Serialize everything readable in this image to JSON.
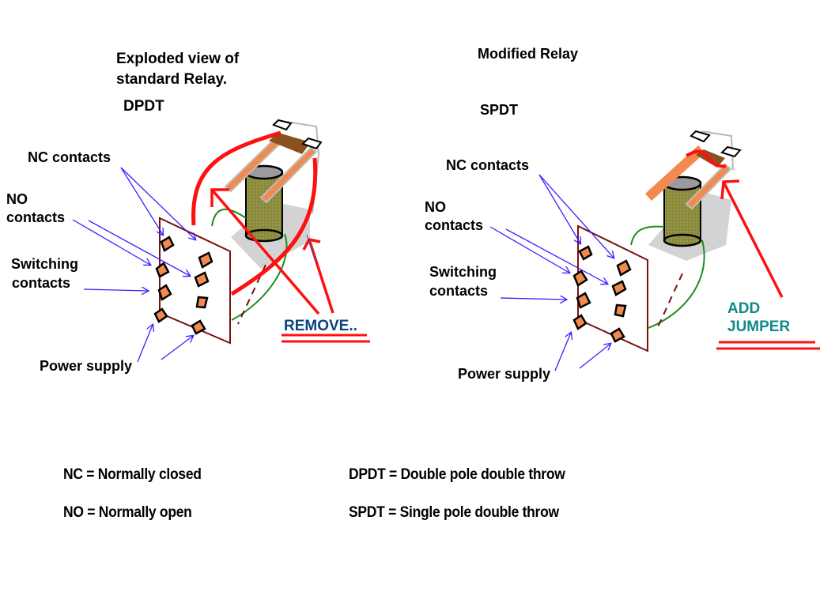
{
  "left_panel": {
    "title_line1": "Exploded view of",
    "title_line2": "standard Relay.",
    "type": "DPDT",
    "labels": {
      "nc_contacts": "NC contacts",
      "no_line1": "NO",
      "no_line2": "contacts",
      "switching_line1": "Switching",
      "switching_line2": "contacts",
      "power_supply": "Power supply"
    },
    "action": "REMOVE.."
  },
  "right_panel": {
    "title": "Modified Relay",
    "type": "SPDT",
    "labels": {
      "nc_contacts": "NC contacts",
      "no_line1": "NO",
      "no_line2": "contacts",
      "switching_line1": "Switching",
      "switching_line2": "contacts",
      "power_supply": "Power supply"
    },
    "action_line1": "ADD",
    "action_line2": "JUMPER"
  },
  "legend": {
    "nc": "NC = Normally closed",
    "no": "NO = Normally open",
    "dpdt": "DPDT = Double pole double throw",
    "spdt": "SPDT = Single pole double throw"
  },
  "colors": {
    "annotation_red": "#ff1010",
    "pointer_blue": "#3a20ff",
    "board_outline": "#7a1010",
    "contact_fill": "#f08a50",
    "coil_fill": "#8a8a40",
    "wire_green": "#208a20",
    "remove_text": "#0b4480",
    "jumper_text": "#13888a"
  }
}
